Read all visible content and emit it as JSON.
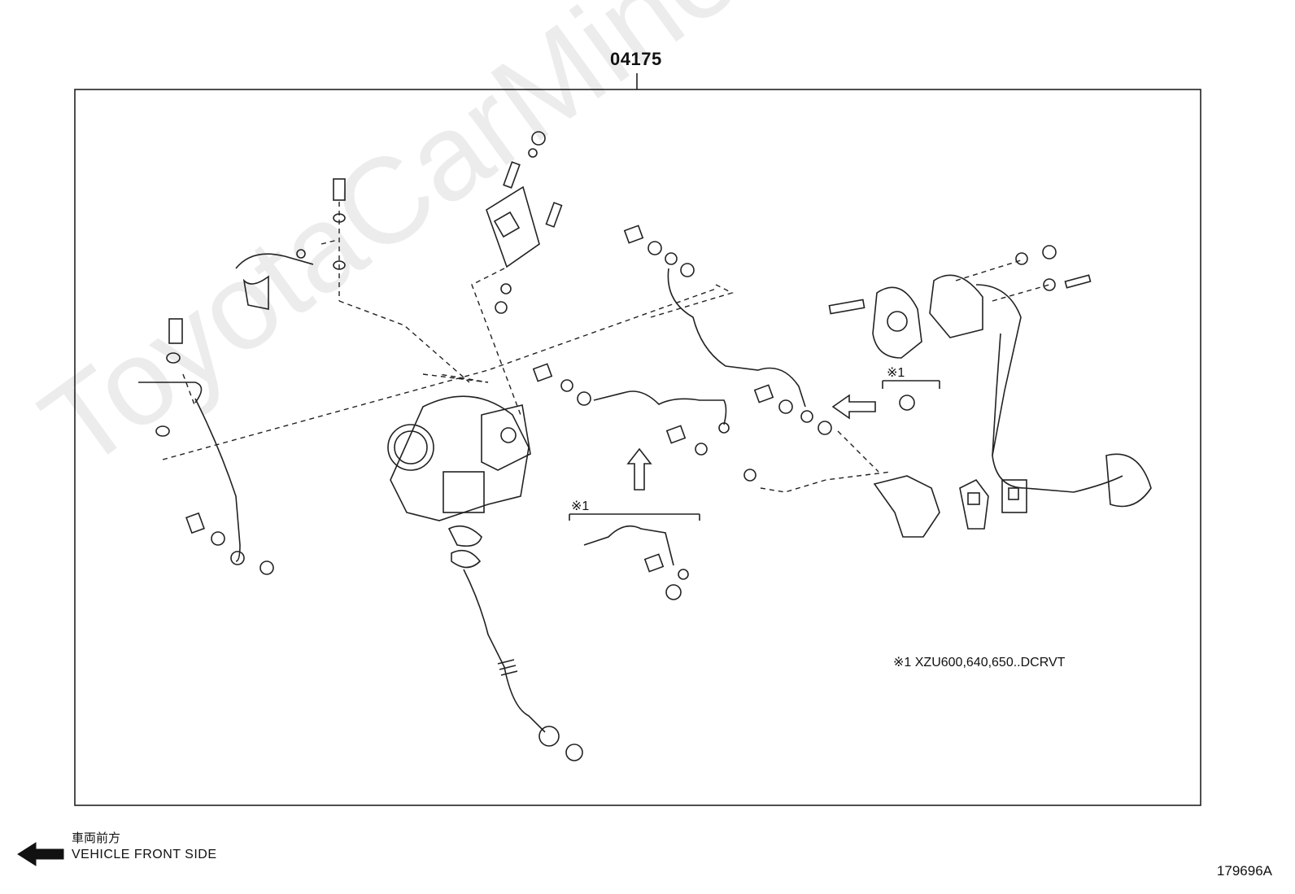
{
  "diagram": {
    "part_number": "04175",
    "callout_marker": "※1",
    "footnote": "※1 XZU600,640,650..DCRVT",
    "front_label_jp": "車両前方",
    "front_label_en": "VEHICLE FRONT SIDE",
    "illustration_id": "179696A",
    "watermark": "ToyotaCarMine.ru"
  },
  "colors": {
    "line": "#222222",
    "watermark": "#000000"
  },
  "icons": [
    "front-direction-arrow-icon",
    "assembly-direction-arrow-icon"
  ]
}
